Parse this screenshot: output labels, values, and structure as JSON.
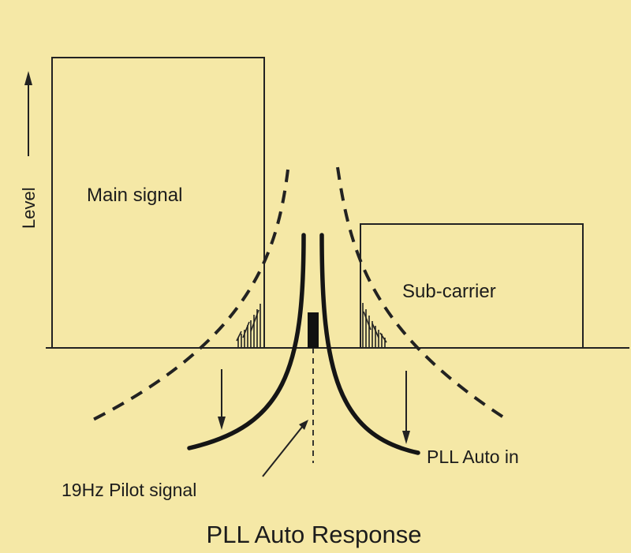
{
  "diagram": {
    "title": "PLL Auto Response",
    "y_axis_label": "Level",
    "labels": {
      "main_signal": "Main signal",
      "sub_carrier": "Sub-carrier",
      "pll_auto_in": "PLL Auto in",
      "pilot_signal": "19Hz Pilot signal"
    },
    "colors": {
      "background": "#f5e8a6",
      "ink": "#1c1c1c"
    }
  }
}
